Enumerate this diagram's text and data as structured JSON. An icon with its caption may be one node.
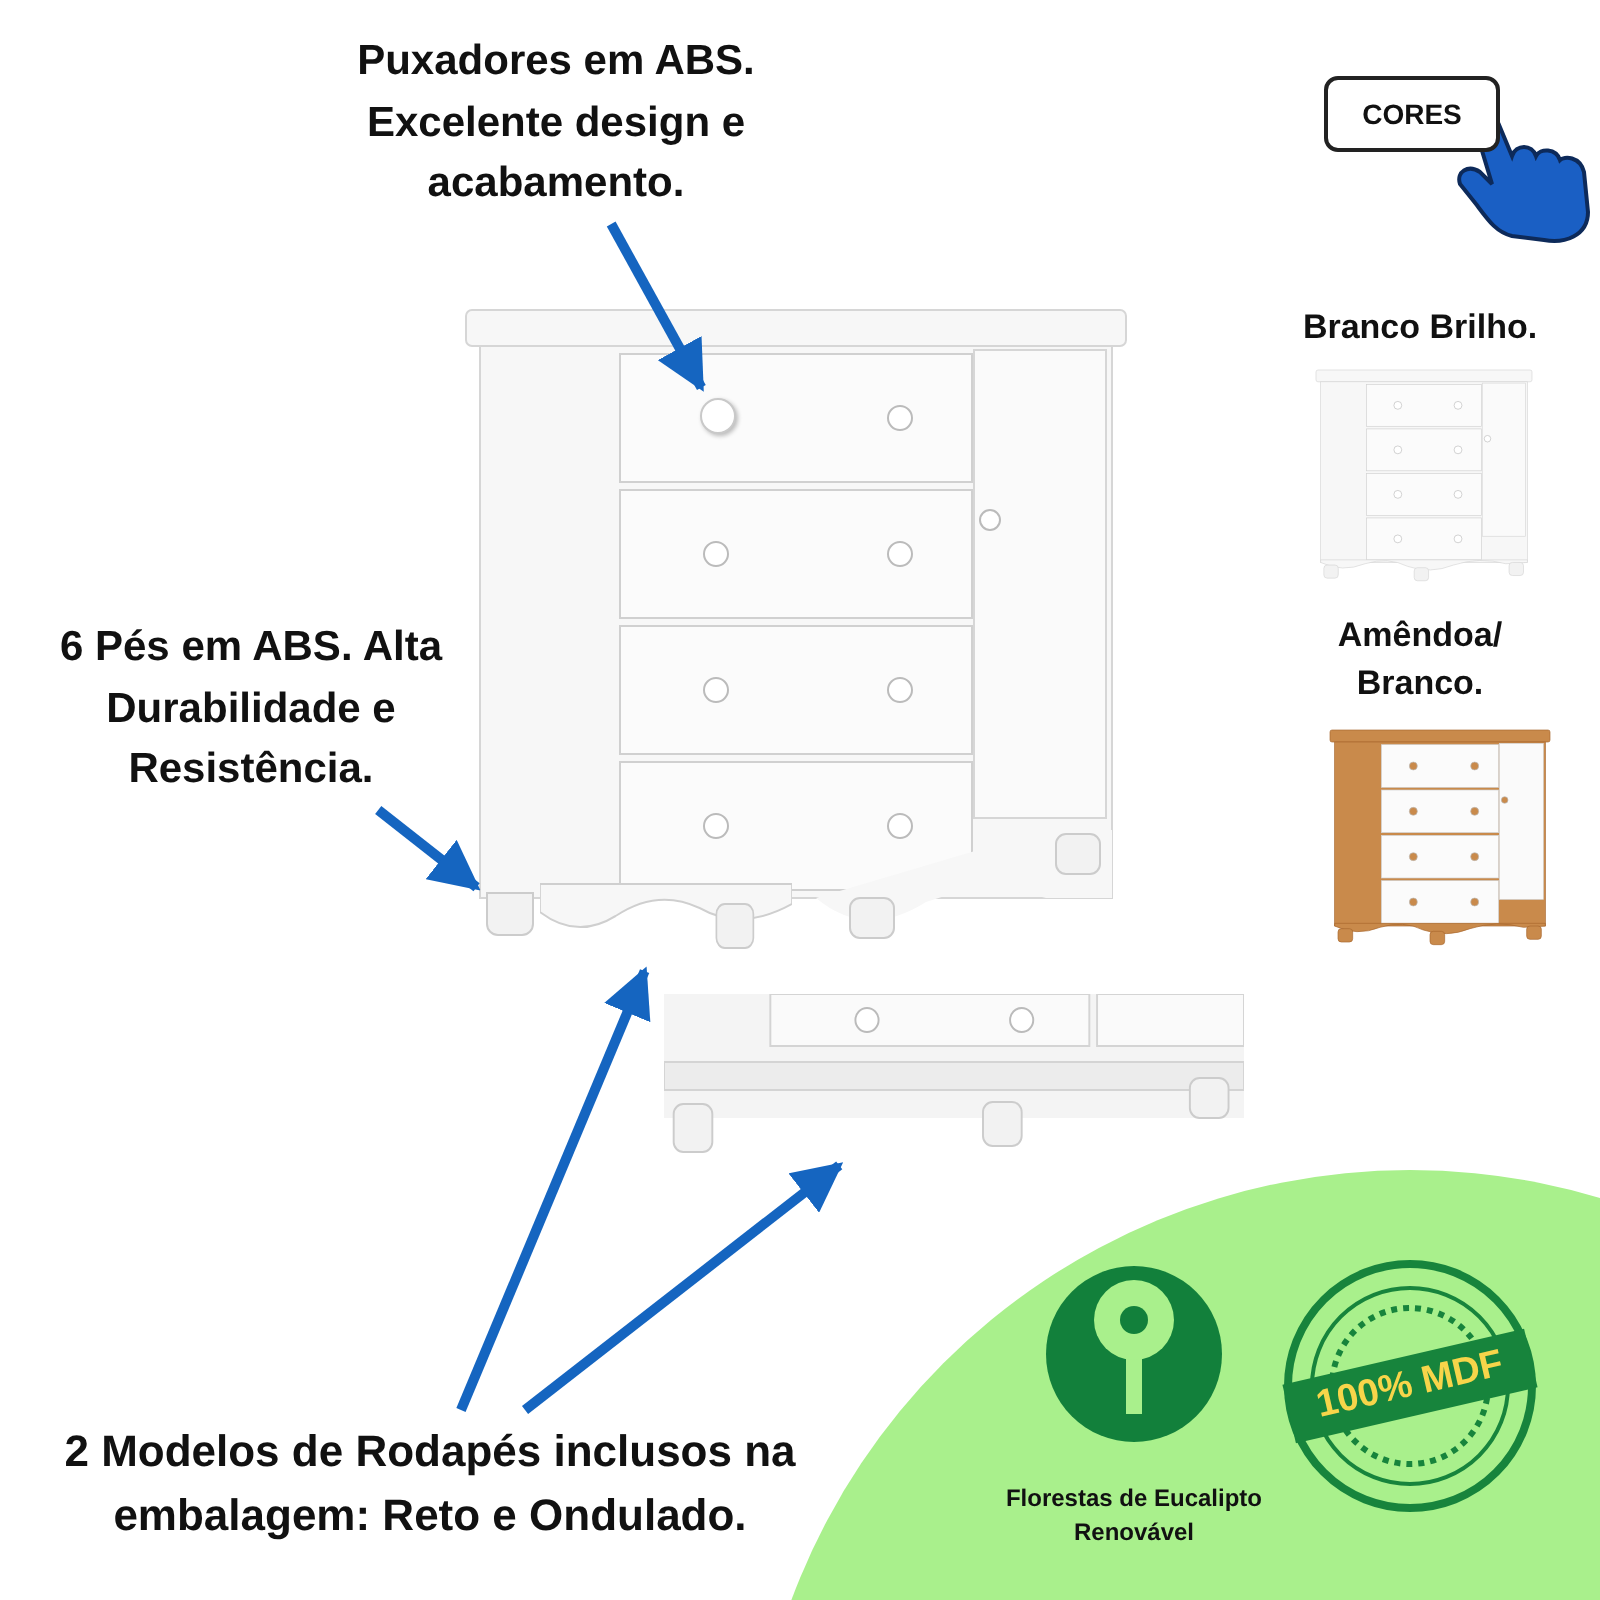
{
  "diagram": {
    "nodes": [
      {
        "text": [
          "Puxadores em ABS. Excelente design e acabamento."
        ]
      },
      {
        "text": [],
        "shape": "circle"
      },
      {
        "text": [
          "6 Pés em ABS. Alta Durabilidade e Resistência."
        ]
      },
      {
        "text": [],
        "shape": "box"
      },
      {
        "text": [
          "2 Modelos de **Rodapés** inclusos na embalagem: Reto e Ondulado."
        ]
      },
      {
        "text": [],
        "shape": "picture"
      },
      {
        "text": [],
        "shape": "picture"
      },
      {
        "text": [
          "CORES"
        ]
      },
      {
        "text": [
          "100% MDF"
        ]
      }
    ],
    "edges": [
      {
        "from": 0,
        "to": 1,
        "arrow": "to"
      },
      {
        "from": 2,
        "to": 3,
        "arrow": "to"
      },
      {
        "from": 4,
        "to": 5,
        "arrow": "to"
      },
      {
        "from": 4,
        "to": 6,
        "arrow": "to"
      }
    ],
    "labels": [
      "Branco Brilho.",
      "Amêndoa/ Branco.",
      "Florestas de Eucalipto Renovável"
    ]
  }
}
